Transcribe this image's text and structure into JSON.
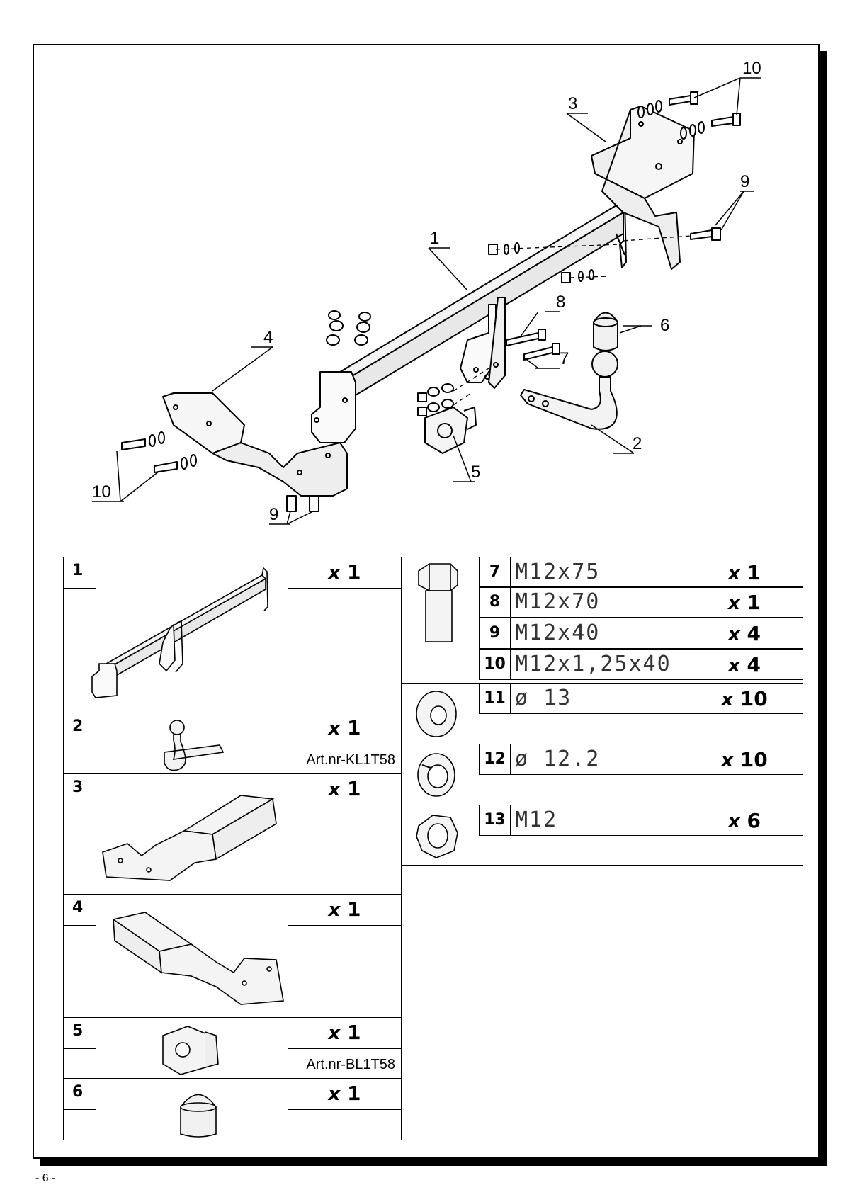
{
  "callouts": {
    "c1": "1",
    "c2": "2",
    "c3": "3",
    "c4": "4",
    "c5": "5",
    "c6": "6",
    "c7": "7",
    "c8": "8",
    "c9a": "9",
    "c9b": "9",
    "c10a": "10",
    "c10b": "10"
  },
  "left_parts": [
    {
      "num": "1",
      "qty_prefix": "x",
      "qty": "1",
      "art": ""
    },
    {
      "num": "2",
      "qty_prefix": "x",
      "qty": "1",
      "art": "Art.nr-KL1T58"
    },
    {
      "num": "3",
      "qty_prefix": "x",
      "qty": "1",
      "art": ""
    },
    {
      "num": "4",
      "qty_prefix": "x",
      "qty": "1",
      "art": ""
    },
    {
      "num": "5",
      "qty_prefix": "x",
      "qty": "1",
      "art": "Art.nr-BL1T58"
    },
    {
      "num": "6",
      "qty_prefix": "x",
      "qty": "1",
      "art": ""
    }
  ],
  "right_parts": [
    {
      "num": "7",
      "spec": "M12x75",
      "qty_prefix": "x",
      "qty": "1"
    },
    {
      "num": "8",
      "spec": "M12x70",
      "qty_prefix": "x",
      "qty": "1"
    },
    {
      "num": "9",
      "spec": "M12x40",
      "qty_prefix": "x",
      "qty": "4"
    },
    {
      "num": "10",
      "spec": "M12x1,25x40",
      "qty_prefix": "x",
      "qty": "4"
    },
    {
      "num": "11",
      "spec": "ø 13",
      "qty_prefix": "x",
      "qty": "10"
    },
    {
      "num": "12",
      "spec": "ø 12.2",
      "qty_prefix": "x",
      "qty": "10"
    },
    {
      "num": "13",
      "spec": "M12",
      "qty_prefix": "x",
      "qty": "6"
    }
  ],
  "page_number": "- 6 -"
}
